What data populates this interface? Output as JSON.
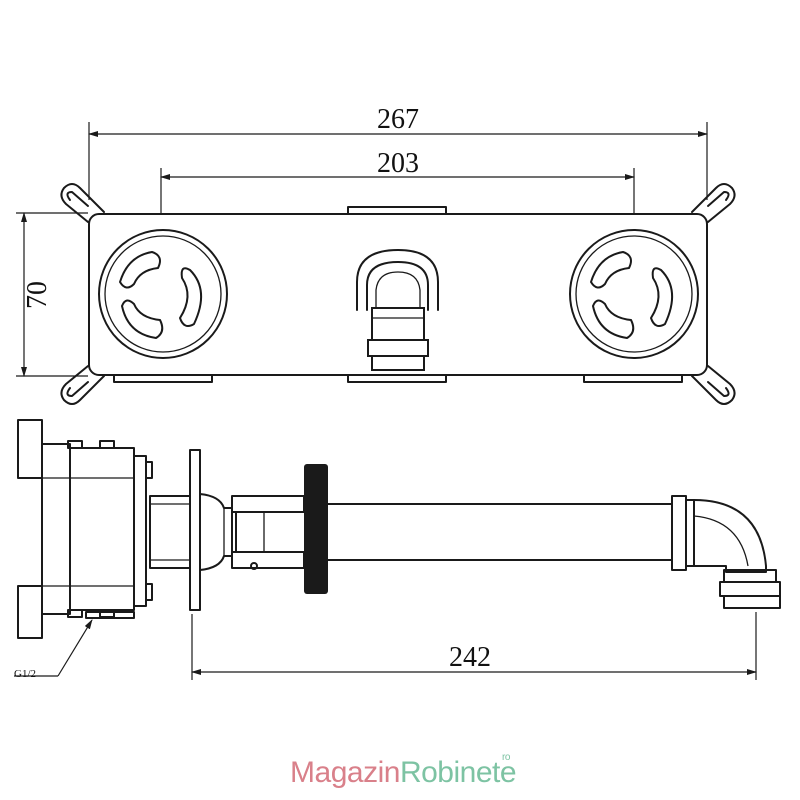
{
  "dimensions": {
    "overall_width": "267",
    "handle_spacing": "203",
    "plate_height": "70",
    "spout_length": "242"
  },
  "thread_label": "G1/2",
  "watermark": {
    "part1": "Magazin",
    "part2": "Robinete",
    "suffix": "ro",
    "color_part1": "#d9808a",
    "color_part2": "#7dc3a3"
  }
}
